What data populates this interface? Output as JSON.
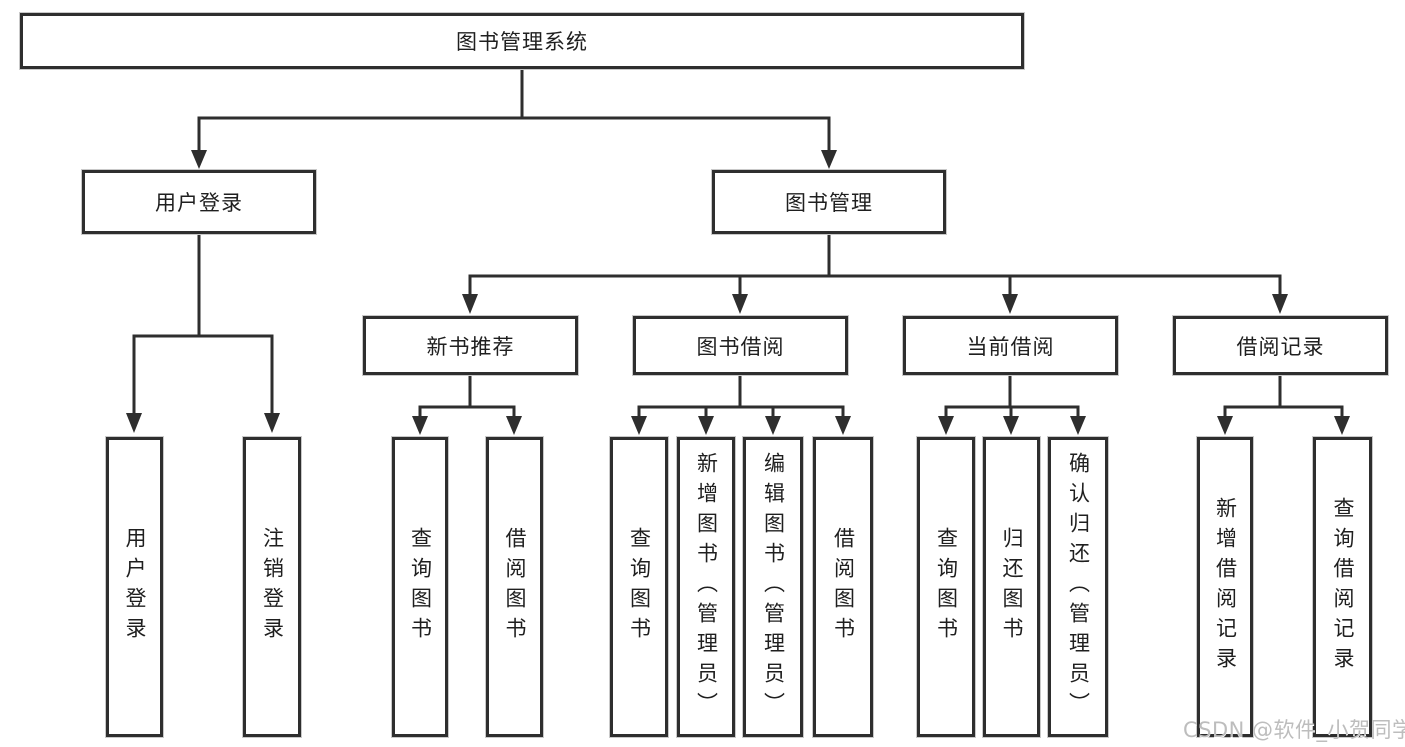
{
  "tree": {
    "label": "图书管理系统",
    "children": [
      {
        "label": "用户登录",
        "children": [
          {
            "label": "用户登录"
          },
          {
            "label": "注销登录"
          }
        ]
      },
      {
        "label": "图书管理",
        "children": [
          {
            "label": "新书推荐",
            "children": [
              {
                "label": "查询图书"
              },
              {
                "label": "借阅图书"
              }
            ]
          },
          {
            "label": "图书借阅",
            "children": [
              {
                "label": "查询图书"
              },
              {
                "label": "新增图书（管理员）"
              },
              {
                "label": "编辑图书（管理员）"
              },
              {
                "label": "借阅图书"
              }
            ]
          },
          {
            "label": "当前借阅",
            "children": [
              {
                "label": "查询图书"
              },
              {
                "label": "归还图书"
              },
              {
                "label": "确认归还（管理员）"
              }
            ]
          },
          {
            "label": "借阅记录",
            "children": [
              {
                "label": "新增借阅记录"
              },
              {
                "label": "查询借阅记录"
              }
            ]
          }
        ]
      }
    ]
  },
  "watermark": {
    "text": "CSDN @软件_小贺同学",
    "color": "#bdbdbd"
  },
  "colors": {
    "background": "#ffffff",
    "line": "#2e2e2e",
    "box_border": "#2e2e2e",
    "text": "#1f1f1f"
  }
}
